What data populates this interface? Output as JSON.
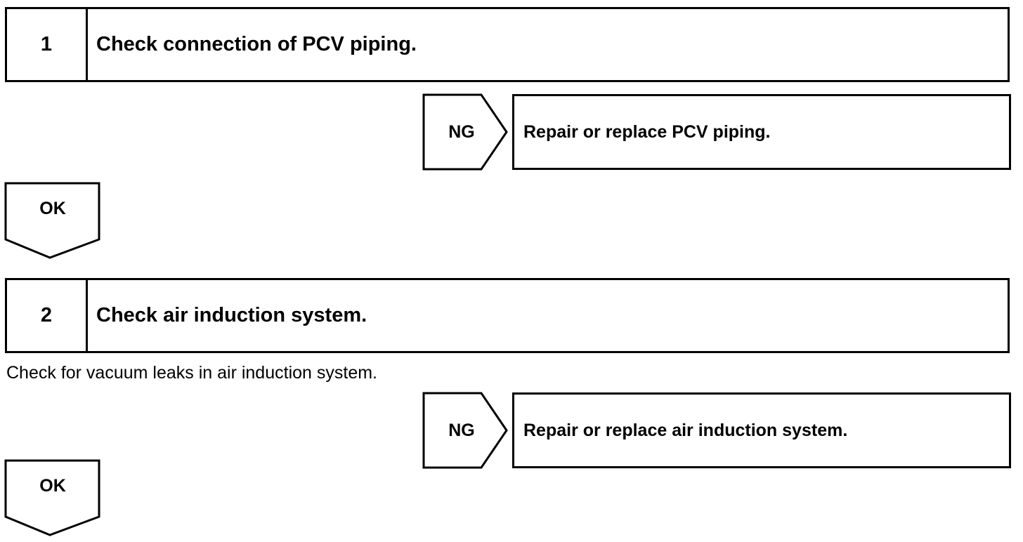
{
  "steps": [
    {
      "number": "1",
      "title": "Check connection of PCV piping."
    },
    {
      "number": "2",
      "title": "Check air induction system."
    }
  ],
  "branches": [
    {
      "ng_label": "NG",
      "action": "Repair or replace PCV piping.",
      "ok_label": "OK"
    },
    {
      "ng_label": "NG",
      "action": "Repair or replace air induction system.",
      "ok_label": "OK"
    }
  ],
  "notes": {
    "step2_instruction": "Check for vacuum leaks in air induction system."
  }
}
